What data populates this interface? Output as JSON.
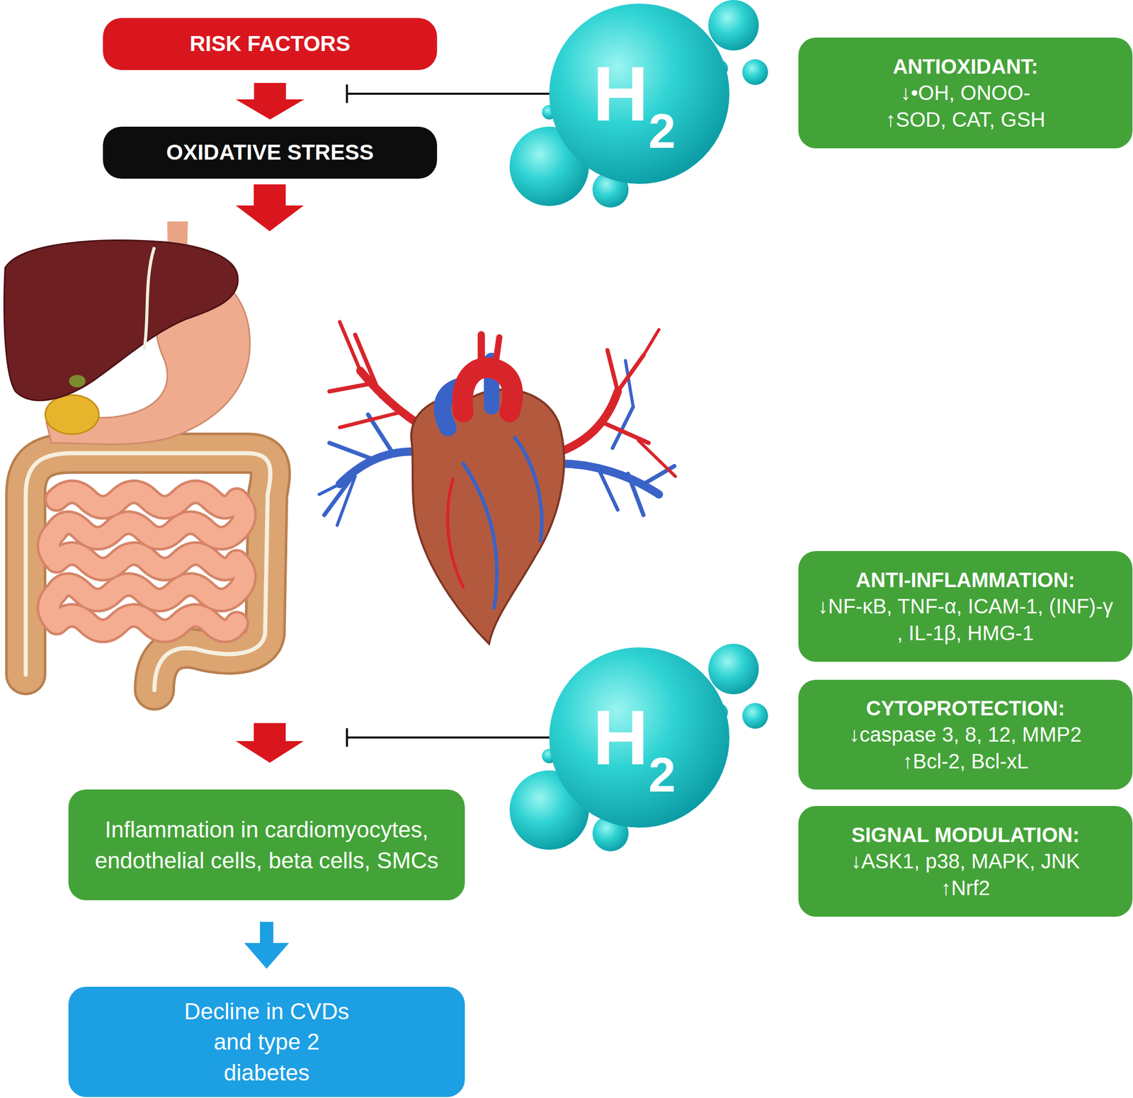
{
  "diagram": {
    "nodes": [
      {
        "text": [
          "RISK FACTORS"
        ]
      },
      {
        "text": [
          "OXIDATIVE STRESS"
        ]
      },
      {
        "text": [
          "H",
          "2"
        ]
      },
      {
        "text": [
          "ANTIOXIDANT:",
          "↓•OH, ONOO-",
          "↑SOD, CAT, GSH"
        ]
      },
      {
        "text": [
          "ANTI-INFLAMMATION:",
          "↓NF-κB, TNF-α, ICAM-1, (INF)-γ , IL-1β, HMG-1"
        ]
      },
      {
        "text": [
          "H",
          "2"
        ]
      },
      {
        "text": [
          "CYTOPROTECTION:",
          "↓caspase 3, 8, 12, MMP2",
          "↑Bcl-2, Bcl-xL"
        ]
      },
      {
        "text": [
          "SIGNAL MODULATION:",
          "↓ASK1, p38, MAPK, JNK",
          "↑Nrf2"
        ]
      },
      {
        "text": [
          "Inflammation in cardiomyocytes, endothelial cells, beta cells, SMCs"
        ]
      },
      {
        "text": [
          "Decline in CVDs and type 2 diabetes"
        ]
      }
    ],
    "edges": [
      {
        "from": 0,
        "to": 1,
        "arrow": "to"
      },
      {
        "from": 8,
        "to": 9,
        "arrow": "to"
      }
    ]
  }
}
